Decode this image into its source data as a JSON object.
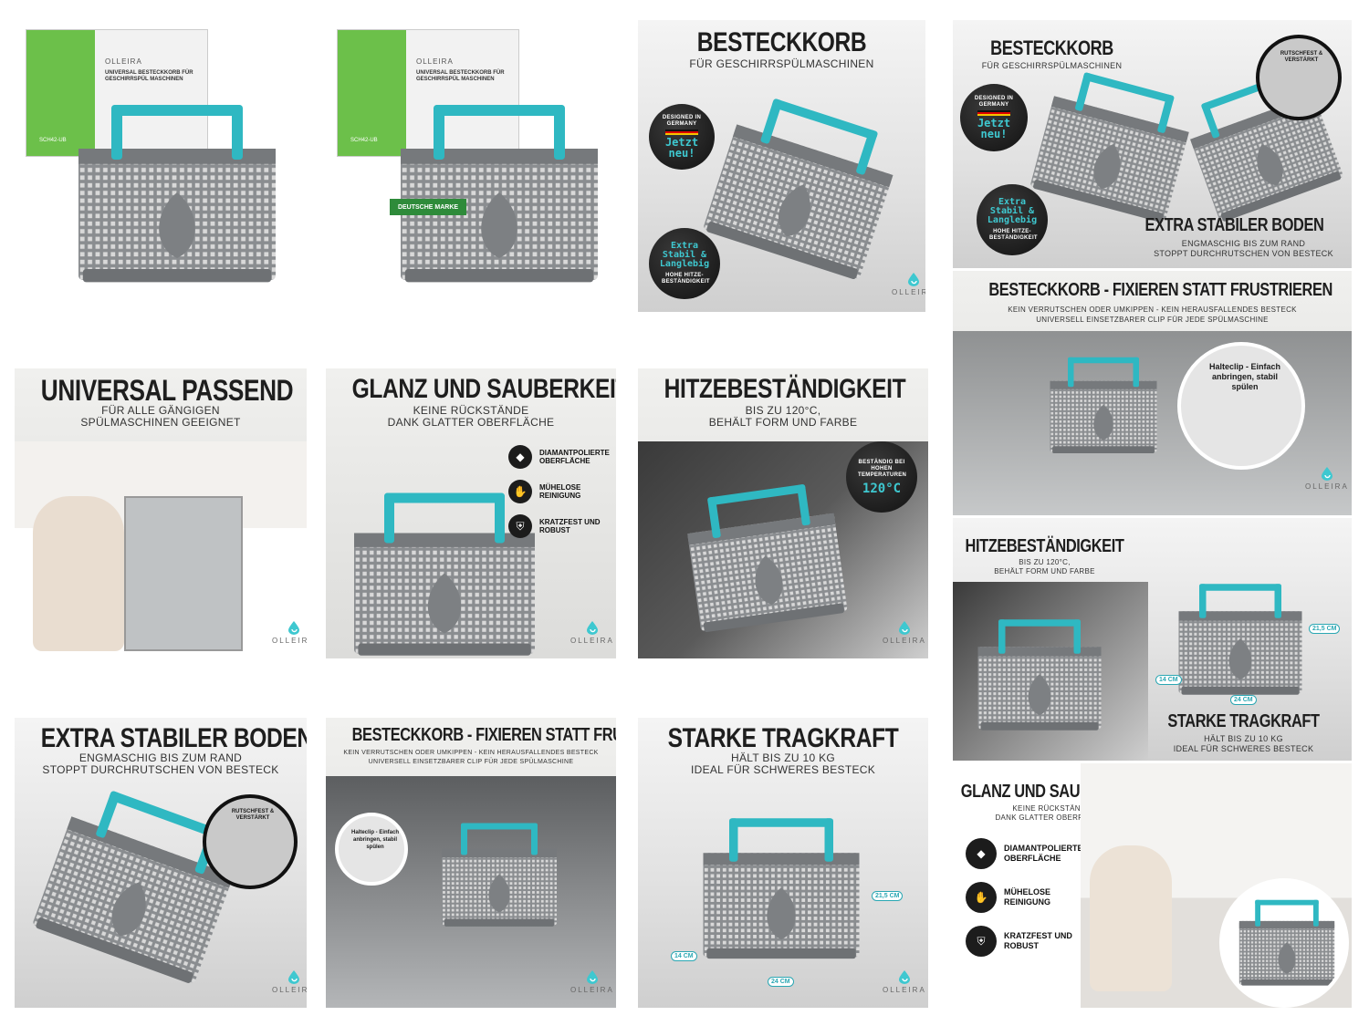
{
  "brand": "OLLEIRA",
  "colors": {
    "accent": "#2fb8c2",
    "basket": "#8a8d90",
    "basket_dark": "#6e7174",
    "box_green": "#6cc04a",
    "badge_dark": "#161616"
  },
  "icons": [
    "olleira-drop-icon",
    "diamond-icon",
    "cleaning-icon",
    "shield-icon"
  ],
  "tiles": {
    "t1": {
      "box_brand": "OLLEIRA",
      "box_text": "UNIVERSAL BESTECKKORB FÜR GESCHIRRSPÜL MASCHINEN",
      "box_code": "SCH42-UB"
    },
    "t2": {
      "box_brand": "OLLEIRA",
      "box_text": "UNIVERSAL BESTECKKORB FÜR GESCHIRRSPÜL MASCHINEN",
      "box_code": "SCH42-UB",
      "band": "DEUTSCHE MARKE"
    },
    "t3": {
      "title": "BESTECKKORB",
      "sub": "FÜR GESCHIRRSPÜLMASCHINEN",
      "badge_small": "DESIGNED IN GERMANY",
      "badge_big": "Jetzt neu!",
      "badge2_big": "Extra Stabil & Langlebig",
      "badge2_small": "HOHE HITZE- BESTÄNDIGKEIT",
      "logo": "OLLEIRA"
    },
    "t4": {
      "title": "BESTECKKORB",
      "sub": "FÜR GESCHIRRSPÜLMASCHINEN",
      "badge_small": "DESIGNED IN GERMANY",
      "badge_big": "Jetzt neu!",
      "badge2_big": "Extra Stabil & Langlebig",
      "badge2_small": "HOHE HITZE- BESTÄNDIGKEIT",
      "zoom_label": "RUTSCHFEST & VERSTÄRKT",
      "title2": "EXTRA STABILER BODEN",
      "sub2a": "ENGMASCHIG BIS ZUM RAND",
      "sub2b": "STOPPT DURCHRUTSCHEN VON BESTECK"
    },
    "t5": {
      "title": "UNIVERSAL PASSEND",
      "sub1": "FÜR ALLE GÄNGIGEN",
      "sub2": "SPÜLMASCHINEN GEEIGNET",
      "logo": "OLLEIRA"
    },
    "t6": {
      "title": "GLANZ UND SAUBERKEIT",
      "sub1": "KEINE RÜCKSTÄNDE",
      "sub2": "DANK GLATTER OBERFLÄCHE",
      "f1": "DIAMANTPOLIERTE OBERFLÄCHE",
      "f2": "MÜHELOSE REINIGUNG",
      "f3": "KRATZFEST UND ROBUST",
      "logo": "OLLEIRA"
    },
    "t7": {
      "title": "HITZEBESTÄNDIGKEIT",
      "sub1": "BIS ZU 120°C,",
      "sub2": "BEHÄLT FORM UND FARBE",
      "badge_small": "BESTÄNDIG BEI HOHEN TEMPERATUREN",
      "badge_big": "120°C",
      "logo": "OLLEIRA"
    },
    "t8": {
      "title": "BESTECKKORB - FIXIEREN  STATT FRUSTRIEREN",
      "sub1": "KEIN VERRUTSCHEN ODER UMKIPPEN - KEIN HERAUSFALLENDES BESTECK",
      "sub2": "UNIVERSELL EINSETZBARER CLIP FÜR JEDE SPÜLMASCHINE",
      "clip": "Halteclip - Einfach anbringen, stabil spülen",
      "logo": "OLLEIRA"
    },
    "t9": {
      "title": "EXTRA STABILER BODEN",
      "sub1": "ENGMASCHIG BIS ZUM RAND",
      "sub2": "STOPPT DURCHRUTSCHEN VON BESTECK",
      "zoom_label": "RUTSCHFEST & VERSTÄRKT",
      "logo": "OLLEIRA"
    },
    "t10": {
      "title": "BESTECKKORB - FIXIEREN STATT FRUSTRIEREN",
      "sub1": "KEIN VERRUTSCHEN ODER UMKIPPEN - KEIN HERAUSFALLENDES BESTECK",
      "sub2": "UNIVERSELL EINSETZBARER CLIP FÜR JEDE SPÜLMASCHINE",
      "clip": "Halteclip - Einfach anbringen, stabil spülen",
      "logo": "OLLEIRA"
    },
    "t11": {
      "title": "STARKE TRAGKRAFT",
      "sub1": "HÄLT BIS ZU 10 KG",
      "sub2": "IDEAL FÜR SCHWERES BESTECK",
      "d_h": "21,5 CM",
      "d_d": "14 CM",
      "d_w": "24 CM",
      "logo": "OLLEIRA"
    },
    "t12": {
      "title": "HITZEBESTÄNDIGKEIT",
      "sub1": "BIS ZU 120°C,",
      "sub2": "BEHÄLT FORM UND FARBE",
      "d_h": "21,5 CM",
      "d_d": "14 CM",
      "d_w": "24 CM",
      "title2": "STARKE TRAGKRAFT",
      "sub2a": "HÄLT BIS ZU 10 KG",
      "sub2b": "IDEAL FÜR SCHWERES BESTECK"
    },
    "t13": {
      "title": "GLANZ UND SAUBERKEIT",
      "sub1": "KEINE RÜCKSTÄNDE",
      "sub2": "DANK GLATTER OBERFLÄCHE",
      "f1": "DIAMANTPOLIERTE OBERFLÄCHE",
      "f2": "MÜHELOSE REINIGUNG",
      "f3": "KRATZFEST UND ROBUST"
    }
  }
}
